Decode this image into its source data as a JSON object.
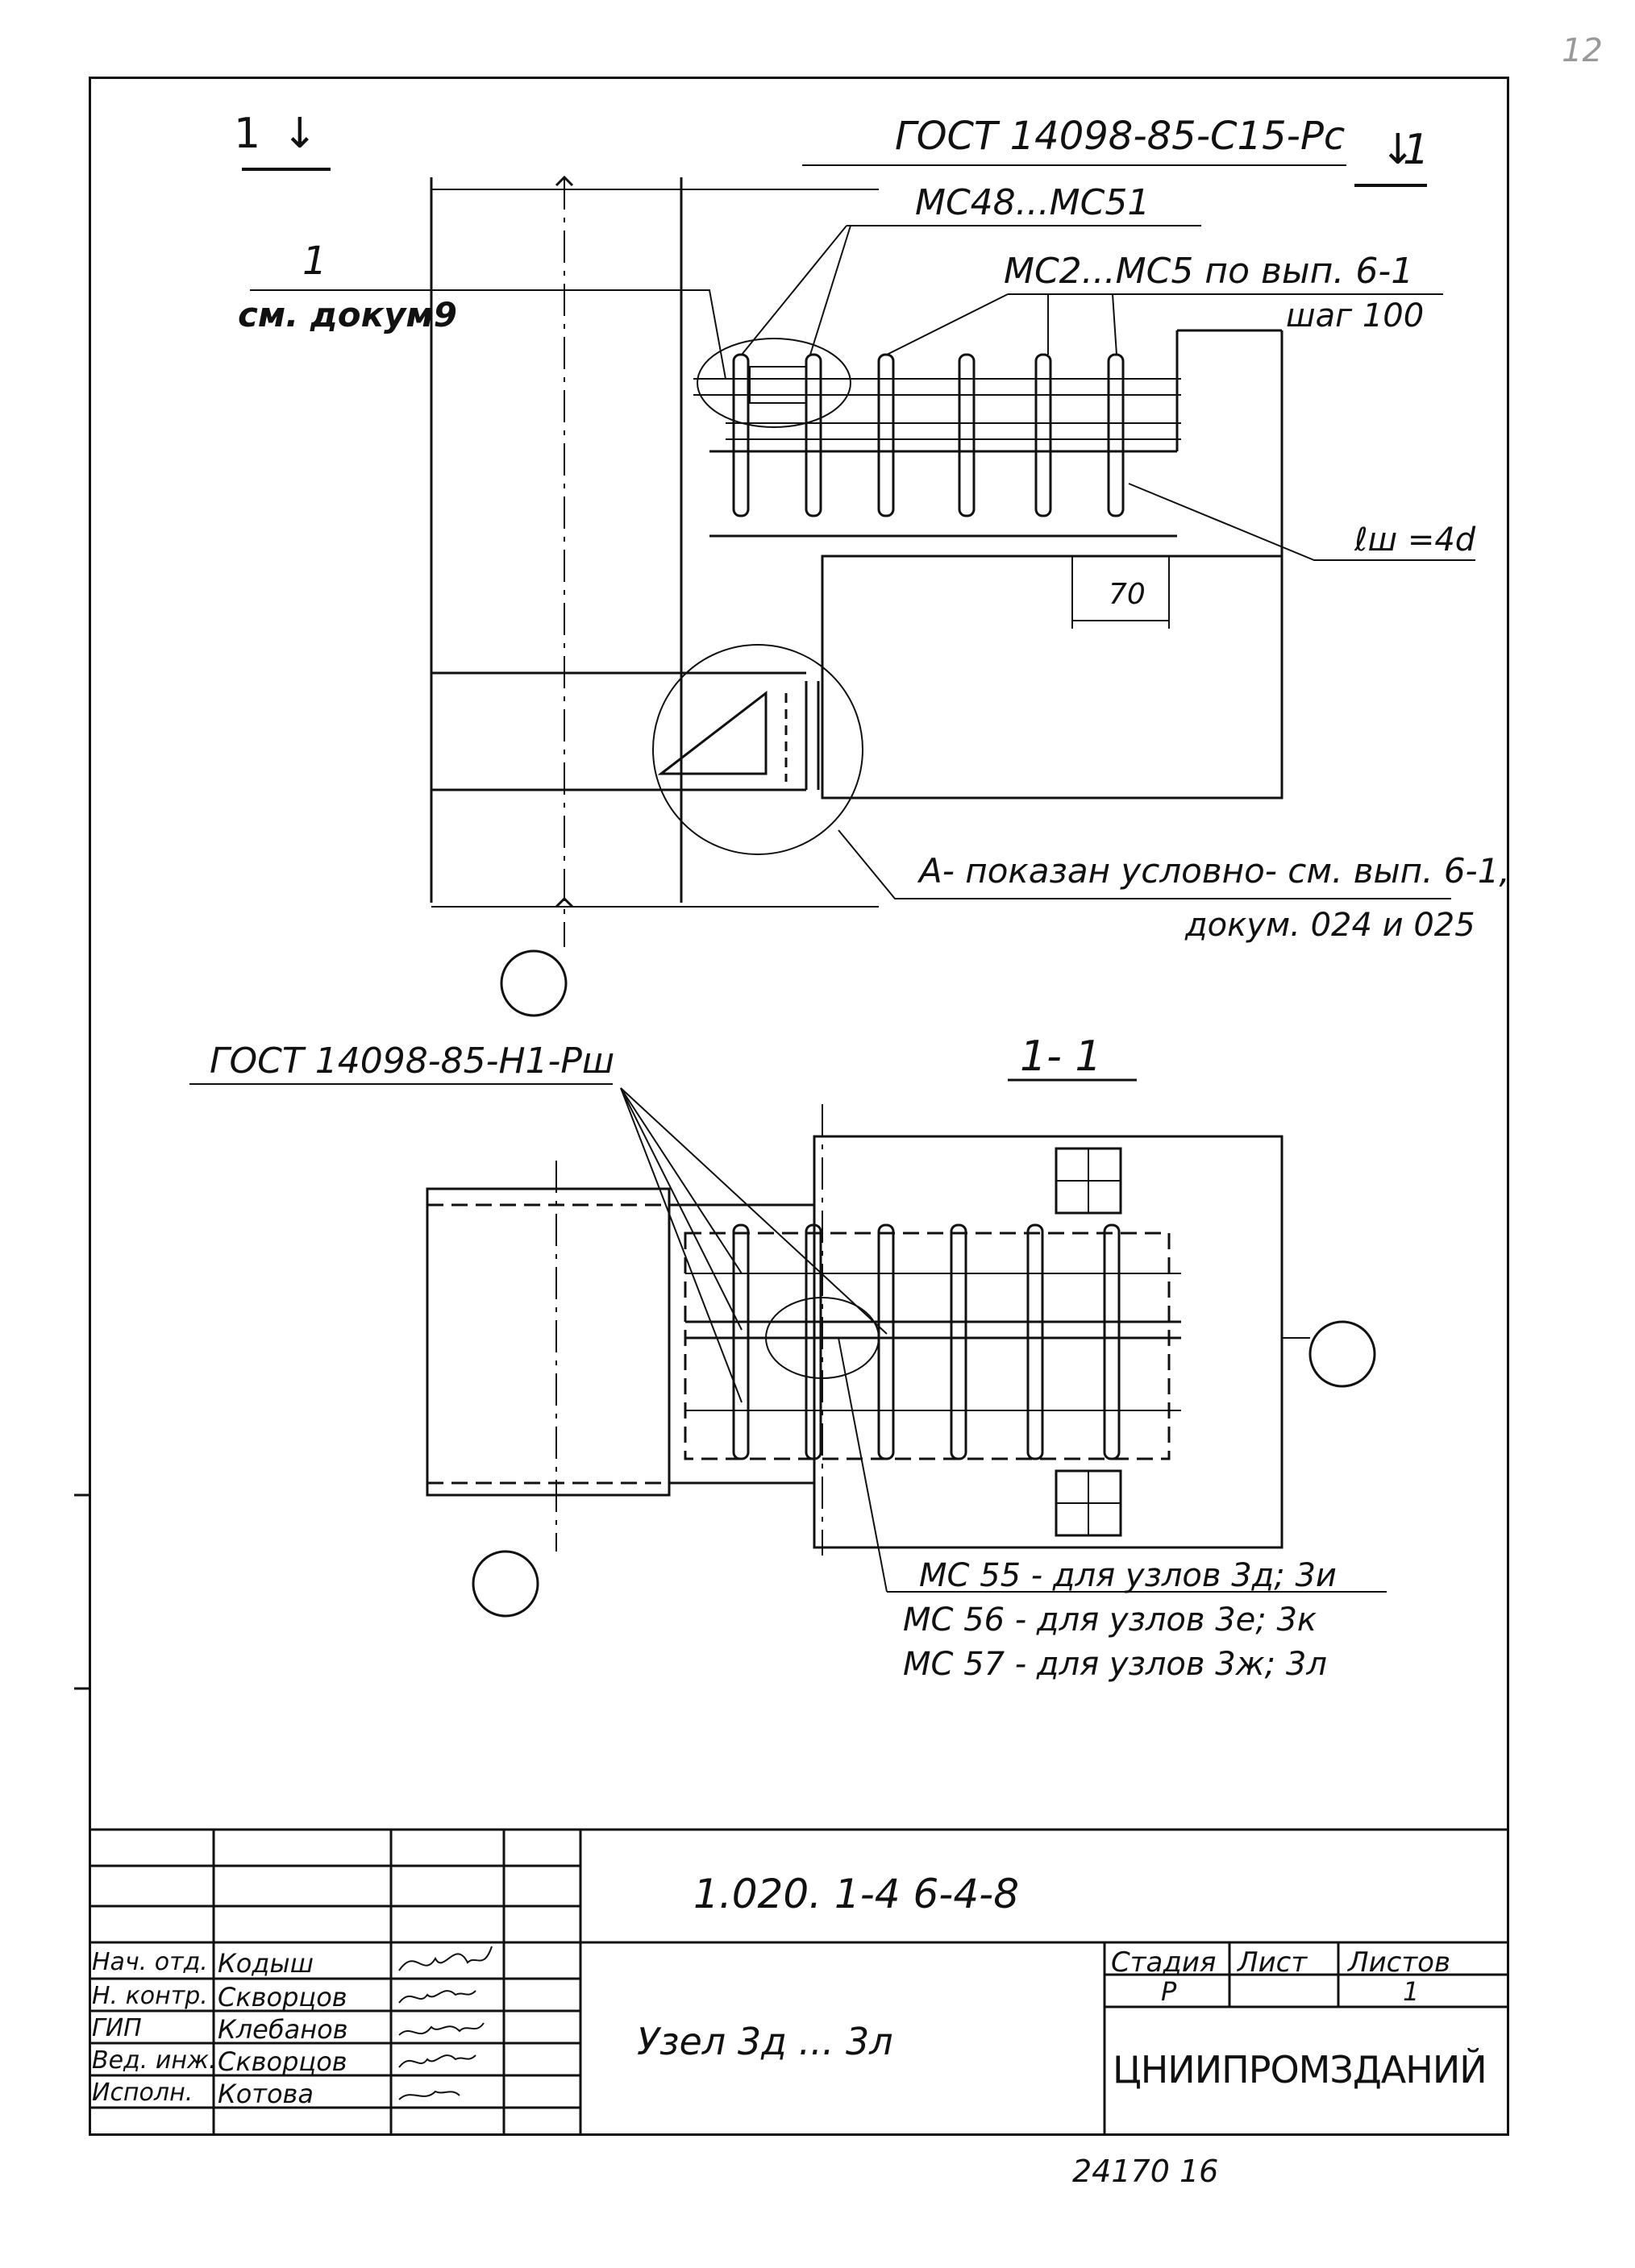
{
  "sheet_corner_mark": "12",
  "section_mark_left": "1",
  "section_mark_right": "1",
  "labels": {
    "gost_top": "ГОСТ 14098-85-С15-Рс",
    "mc_48_51": "МС48...МС51",
    "mc_2_5": "МС2...МС5 по вып. 6-1",
    "step": "шаг 100",
    "ref_num": "1",
    "ref_doc": "см. докум9",
    "weld_length": "ℓш =4d",
    "dim_70": "70",
    "note_a_line1": "А- показан условно- см. вып. 6-1,",
    "note_a_line2": "докум. 024 и 025",
    "gost_bottom": "ГОСТ 14098-85-Н1-Рш",
    "section_title": "1- 1",
    "mc55": "МС 55 - для узлов 3д; 3и",
    "mc56": "МС 56 - для узлов 3е; 3к",
    "mc57": "МС 57 - для узлов 3ж; 3л"
  },
  "title_block": {
    "doc_code": "1.020. 1-4   6-4-8",
    "title": "Узел 3д ... 3л",
    "stage_header": "Стадия",
    "sheet_header": "Лист",
    "sheets_header": "Листов",
    "stage_value": "Р",
    "sheet_value": "",
    "sheets_value": "1",
    "organization": "ЦНИИПРОМЗДАНИЙ",
    "roles": [
      {
        "role": "Нач. отд.",
        "name": "Кодыш"
      },
      {
        "role": "Н. контр.",
        "name": "Скворцов"
      },
      {
        "role": "ГИП",
        "name": "Клебанов"
      },
      {
        "role": "Вед. инж.",
        "name": "Скворцов"
      },
      {
        "role": "Исполн.",
        "name": "Котова"
      }
    ]
  },
  "inventory_number": "24170   16"
}
